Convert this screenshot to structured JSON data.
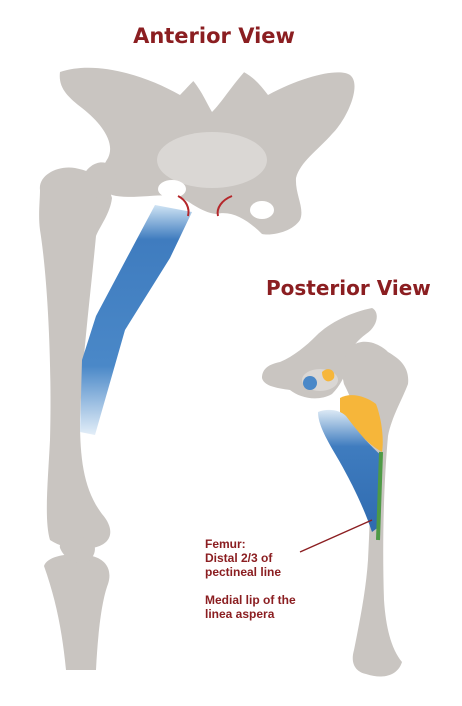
{
  "titles": {
    "anterior": "Anterior View",
    "posterior": "Posterior View"
  },
  "annotations": {
    "origin": [
      "Femur:",
      "Distal 2/3 of",
      "pectineal line"
    ],
    "insertion": [
      "Medial lip of the",
      "linea aspera"
    ]
  },
  "colors": {
    "bone": "#c9c5c1",
    "bone_light": "#dad7d4",
    "muscle_blue": "#3f7cbf",
    "muscle_blue_light": "#cfe3f4",
    "muscle_orange": "#f6b63a",
    "attachment_green": "#4e9a46",
    "label_red": "#8b1e21"
  }
}
